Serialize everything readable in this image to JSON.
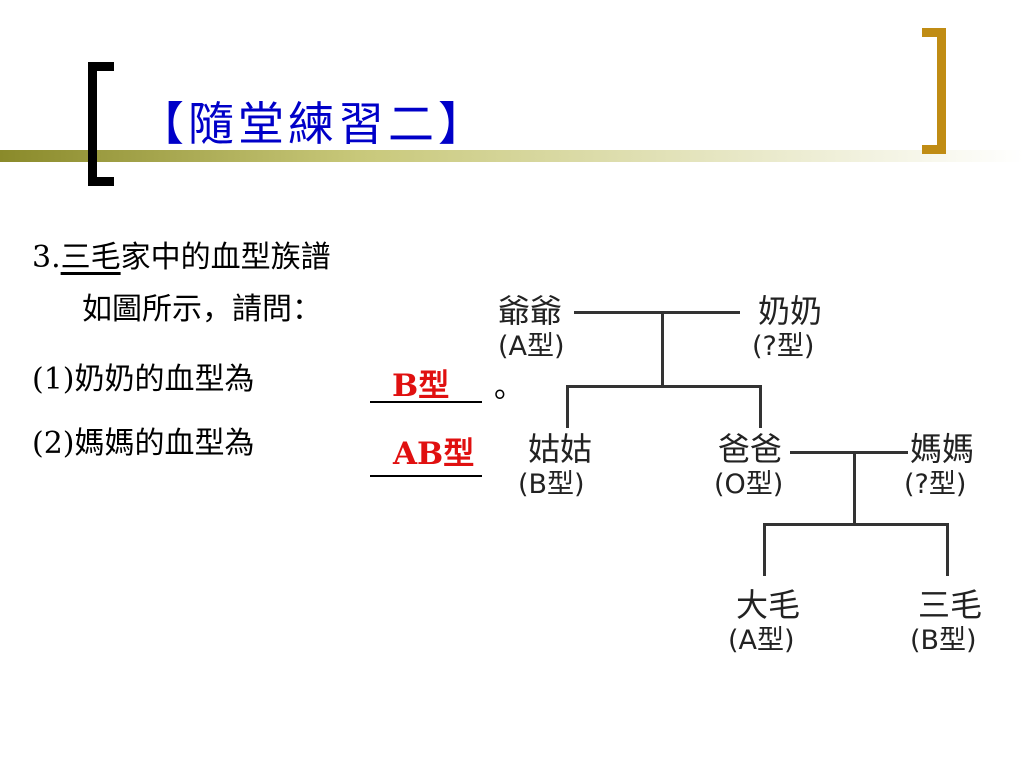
{
  "slide": {
    "title": "【隨堂練習二】"
  },
  "question": {
    "number": "3.",
    "name": "三毛",
    "line1_rest": "家中的血型族譜",
    "line2": "如圖所示，請問：",
    "sub1_label": "(1)奶奶的血型為",
    "sub1_answer": "B型",
    "sub2_label": "(2)媽媽的血型為",
    "sub2_answer": "AB型",
    "trailing_mark": "。"
  },
  "pedigree": {
    "grandpa": {
      "name": "爺爺",
      "blood": "(A型)"
    },
    "grandma": {
      "name": "奶奶",
      "blood": "(?型)"
    },
    "aunt": {
      "name": "姑姑",
      "blood": "(B型)"
    },
    "dad": {
      "name": "爸爸",
      "blood": "(O型)"
    },
    "mom": {
      "name": "媽媽",
      "blood": "(?型)"
    },
    "son1": {
      "name": "大毛",
      "blood": "(A型)"
    },
    "son2": {
      "name": "三毛",
      "blood": "(B型)"
    }
  },
  "colors": {
    "title": "#0000c8",
    "answer": "#e01010",
    "accent_gold": "#c08c14",
    "divider_gradient_start": "#8a8a2a"
  }
}
